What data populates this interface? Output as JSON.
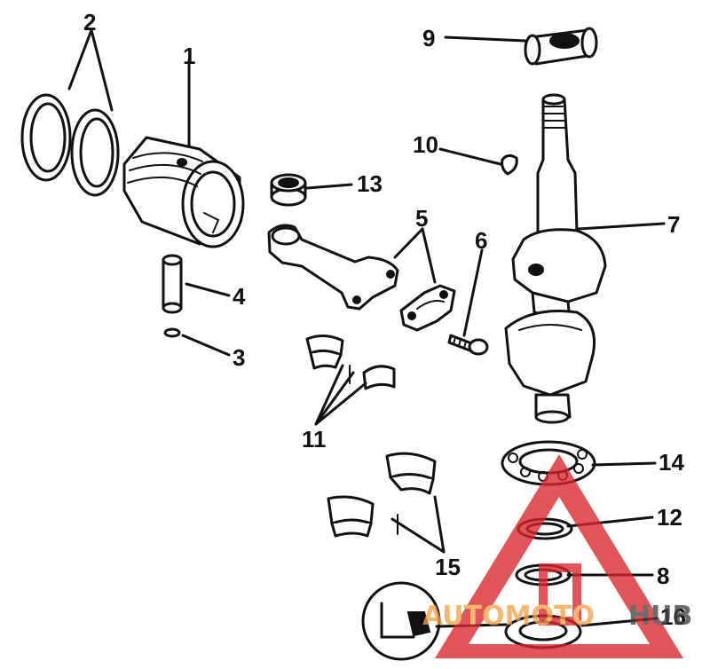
{
  "diagram": {
    "callouts": [
      {
        "id": "c1",
        "label": "1"
      },
      {
        "id": "c2",
        "label": "2"
      },
      {
        "id": "c3",
        "label": "3"
      },
      {
        "id": "c4",
        "label": "4"
      },
      {
        "id": "c5",
        "label": "5"
      },
      {
        "id": "c6",
        "label": "6"
      },
      {
        "id": "c7",
        "label": "7"
      },
      {
        "id": "c8",
        "label": "8"
      },
      {
        "id": "c9",
        "label": "9"
      },
      {
        "id": "c10",
        "label": "10"
      },
      {
        "id": "c11",
        "label": "11"
      },
      {
        "id": "c12",
        "label": "12"
      },
      {
        "id": "c13",
        "label": "13"
      },
      {
        "id": "c14",
        "label": "14"
      },
      {
        "id": "c15",
        "label": "15"
      },
      {
        "id": "c16",
        "label": "16"
      }
    ]
  },
  "watermark": {
    "text_left": "AUTOMOTO",
    "text_right": "HUB",
    "color_primary": "#d9262b",
    "color_text": "#f2a24a",
    "color_text_right": "#444444"
  },
  "colors": {
    "line": "#111111",
    "background": "#ffffff"
  }
}
